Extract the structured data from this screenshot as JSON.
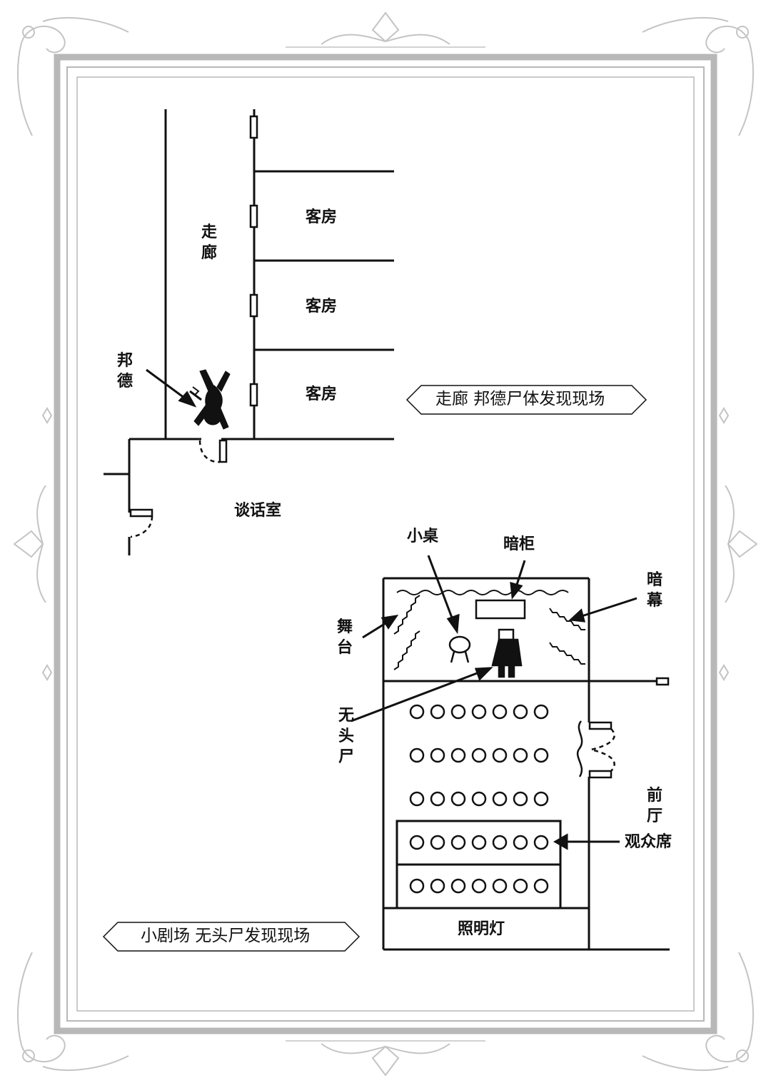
{
  "labels": {
    "corridor": "走廊",
    "guest_room_1": "客房",
    "guest_room_2": "客房",
    "guest_room_3": "客房",
    "bond": "邦德",
    "talk_room": "谈话室",
    "small_table": "小桌",
    "hidden_cabinet": "暗柜",
    "dark_curtain": "暗幕",
    "stage": "舞台",
    "headless_body": "无头尸",
    "front_hall": "前厅",
    "audience_seats": "观众席",
    "lighting": "照明灯"
  },
  "captions": {
    "corridor_scene": "走廊 邦德尸体发现现场",
    "theater_scene": "小剧场 无头尸发现现场"
  },
  "theater": {
    "seat_rows": 5,
    "seats_per_row": 7
  },
  "colors": {
    "line": "#111111",
    "frame": "#b8b8b8",
    "ornament": "#c4c4c4"
  }
}
